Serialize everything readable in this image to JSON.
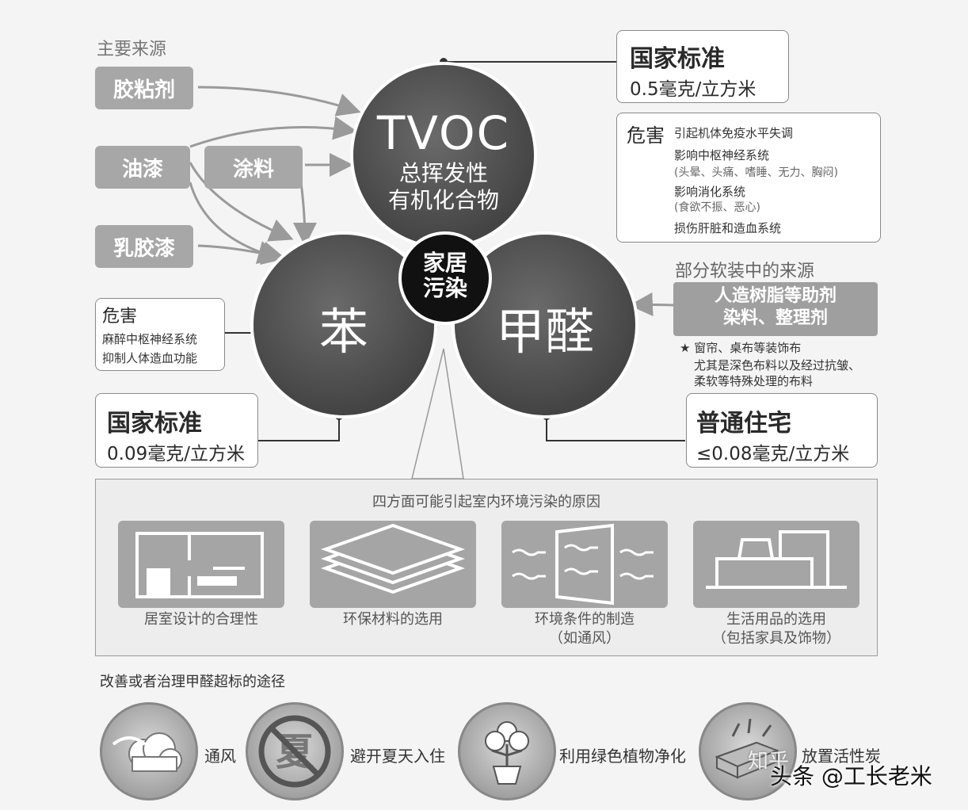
{
  "sources_title": "主要来源",
  "sources": {
    "adhesive": "胶粘剂",
    "oil_paint": "油漆",
    "coating": "涂料",
    "latex_paint": "乳胶漆"
  },
  "tvoc": {
    "name": "TVOC",
    "desc_line1": "总挥发性",
    "desc_line2": "有机化合物",
    "standard_title": "国家标准",
    "standard_value": "0.5毫克/立方米",
    "harm_title": "危害",
    "harm_lines": [
      "引起机体免疫水平失调",
      "影响中枢神经系统",
      "(头晕、头痛、嗜睡、无力、胸闷)",
      "影响消化系统",
      "(食欲不振、恶心)",
      "损伤肝脏和造血系统"
    ]
  },
  "center_badge": {
    "line1": "家居",
    "line2": "污染"
  },
  "benzene": {
    "name": "苯",
    "harm_title": "危害",
    "harm_line1": "麻醉中枢神经系统",
    "harm_line2": "抑制人体造血功能",
    "standard_title": "国家标准",
    "standard_value": "0.09毫克/立方米"
  },
  "formaldehyde": {
    "name": "甲醛",
    "source_title": "部分软装中的来源",
    "source_line1": "人造树脂等助剂",
    "source_line2": "染料、整理剂",
    "note_line1": "★ 窗帘、桌布等装饰布",
    "note_line2": "尤其是深色布料以及经过抗皱、",
    "note_line3": "柔软等特殊处理的布料",
    "standard_title": "普通住宅",
    "standard_value": "≤0.08毫克/立方米"
  },
  "causes": {
    "title": "四方面可能引起室内环境污染的原因",
    "items": [
      {
        "line1": "居室设计的合理性",
        "line2": ""
      },
      {
        "line1": "环保材料的选用",
        "line2": ""
      },
      {
        "line1": "环境条件的制造",
        "line2": "（如通风）"
      },
      {
        "line1": "生活用品的选用",
        "line2": "（包括家具及饰物）"
      }
    ]
  },
  "remedies": {
    "title": "改善或者治理甲醛超标的途径",
    "items": [
      "通风",
      "避开夏天入住",
      "利用绿色植物净化",
      "放置活性炭"
    ],
    "summer_glyph": "夏"
  },
  "watermark": "头条 @工长老米",
  "watermark2": "知乎"
}
